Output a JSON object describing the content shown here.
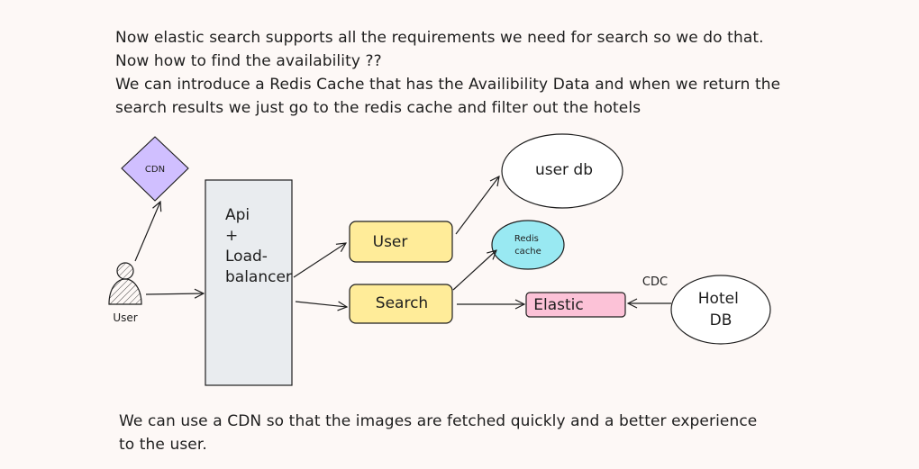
{
  "top_note": {
    "lines": [
      "Now elastic search supports all the requirements we need for search so we do that.",
      "Now how to find the availability ??",
      "We can introduce a Redis Cache that has the Availibility Data and when we return the",
      "search results we just go to the redis cache and filter out the hotels"
    ]
  },
  "bottom_note": {
    "lines": [
      "We can use a CDN so that the images are fetched quickly and a better experience",
      "to the user."
    ]
  },
  "nodes": {
    "cdn": {
      "label": "CDN",
      "color": "#d0bfff"
    },
    "user_actor": {
      "label": "User"
    },
    "api": {
      "lines": [
        "Api",
        "+",
        "Load-",
        "balancer"
      ],
      "color": "#e9ecef"
    },
    "user_service": {
      "label": "User",
      "color": "#ffec99"
    },
    "search_service": {
      "label": "Search",
      "color": "#ffec99"
    },
    "user_db": {
      "label": "user db"
    },
    "redis": {
      "lines": [
        "Redis",
        "cache"
      ],
      "color": "#99e9f2"
    },
    "elastic": {
      "label": "Elastic",
      "color": "#fcc2d7"
    },
    "hotel_db": {
      "lines": [
        "Hotel",
        "DB"
      ]
    }
  },
  "edges": {
    "cdc_label": "CDC"
  }
}
